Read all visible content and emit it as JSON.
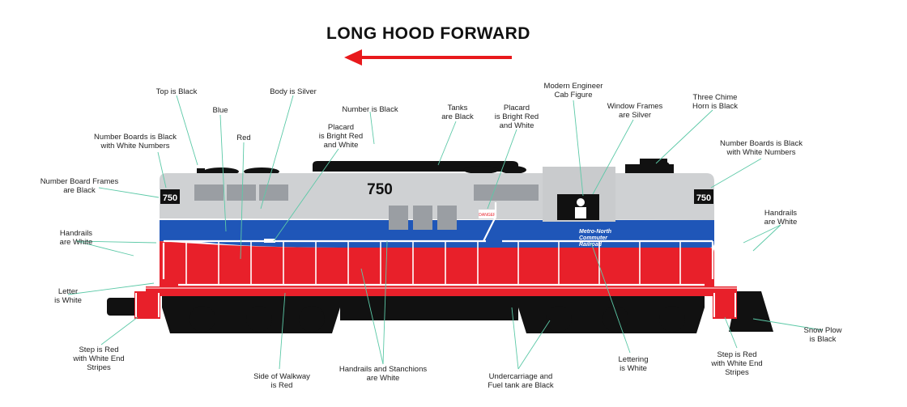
{
  "heading": "LONG HOOD FORWARD",
  "locomotive": {
    "number": "750",
    "front_number_board": "750",
    "rear_number_board": "750",
    "logo_lines": [
      "Metro-North",
      "Commuter",
      "Railroad"
    ],
    "placard_text": "DANGER"
  },
  "colors": {
    "arrow": "#e8191c",
    "silver": "#cfd1d3",
    "blue": "#1f56b8",
    "red": "#e8202a",
    "black": "#111111",
    "leader": "#5cc9a7"
  },
  "callouts": [
    {
      "id": "top",
      "lines": [
        "Top is Black"
      ]
    },
    {
      "id": "blue",
      "lines": [
        "Blue"
      ]
    },
    {
      "id": "body",
      "lines": [
        "Body is Silver"
      ]
    },
    {
      "id": "red",
      "lines": [
        "Red"
      ]
    },
    {
      "id": "numblack",
      "lines": [
        "Number is Black"
      ]
    },
    {
      "id": "tanks",
      "lines": [
        "Tanks",
        "are Black"
      ]
    },
    {
      "id": "placard1",
      "lines": [
        "Placard",
        "is Bright Red",
        "and White"
      ]
    },
    {
      "id": "placard2",
      "lines": [
        "Placard",
        "is Bright Red",
        "and White"
      ]
    },
    {
      "id": "engineer",
      "lines": [
        "Modern Engineer",
        "Cab Figure"
      ]
    },
    {
      "id": "window",
      "lines": [
        "Window Frames",
        "are Silver"
      ]
    },
    {
      "id": "horn",
      "lines": [
        "Three Chime",
        "Horn is Black"
      ]
    },
    {
      "id": "nbL",
      "lines": [
        "Number Boards is Black",
        "with White Numbers"
      ]
    },
    {
      "id": "nbR",
      "lines": [
        "Number Boards is Black",
        "with White Numbers"
      ]
    },
    {
      "id": "nbf",
      "lines": [
        "Number Board Frames",
        "are Black"
      ]
    },
    {
      "id": "handL",
      "lines": [
        "Handrails",
        "are White"
      ]
    },
    {
      "id": "handR",
      "lines": [
        "Handrails",
        "are White"
      ]
    },
    {
      "id": "letter",
      "lines": [
        "Letter",
        "is White"
      ]
    },
    {
      "id": "stepL",
      "lines": [
        "Step is Red",
        "with White End",
        "Stripes"
      ]
    },
    {
      "id": "walkway",
      "lines": [
        "Side of Walkway",
        "is Red"
      ]
    },
    {
      "id": "stanch",
      "lines": [
        "Handrails and Stanchions",
        "are White"
      ]
    },
    {
      "id": "under",
      "lines": [
        "Undercarriage and",
        "Fuel tank are Black"
      ]
    },
    {
      "id": "lettering",
      "lines": [
        "Lettering",
        "is White"
      ]
    },
    {
      "id": "stepR",
      "lines": [
        "Step is Red",
        "with White End",
        "Stripes"
      ]
    },
    {
      "id": "snow",
      "lines": [
        "Snow Plow",
        "is Black"
      ]
    }
  ]
}
